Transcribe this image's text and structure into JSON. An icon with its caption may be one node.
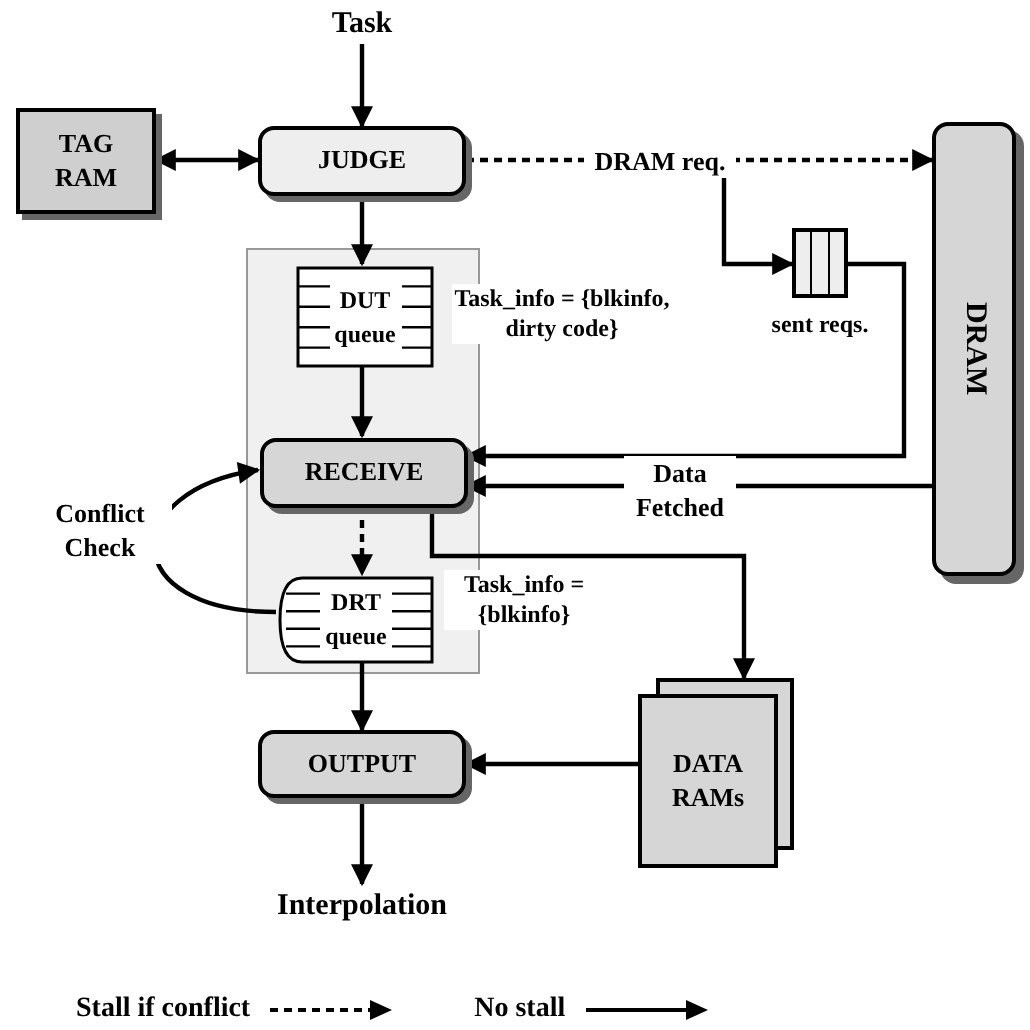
{
  "diagram": {
    "nodes": [
      {
        "text": [
          "Task"
        ]
      },
      {
        "text": [
          "TAG RAM"
        ]
      },
      {
        "text": [
          "JUDGE"
        ]
      },
      {
        "text": [
          "DRAM"
        ]
      },
      {
        "text": [],
        "shape": "box"
      },
      {
        "text": [
          "DUT queue"
        ],
        "in": 4
      },
      {
        "text": [
          "RECEIVE"
        ],
        "in": 4
      },
      {
        "text": [
          "DRT queue"
        ],
        "in": 4
      },
      {
        "text": [],
        "shape": "box",
        "beside": [
          "sent reqs."
        ]
      },
      {
        "text": [
          "DATA RAMs"
        ]
      },
      {
        "text": [
          "OUTPUT"
        ]
      },
      {
        "text": [
          "Interpolation"
        ]
      }
    ],
    "edges": [
      {
        "from": 0,
        "to": 2,
        "arrow": "to"
      },
      {
        "from": 1,
        "to": 2,
        "arrow": "both"
      },
      {
        "from": 2,
        "to": 3,
        "arrow": "to",
        "style": "dashed",
        "label": "DRAM req."
      },
      {
        "from": 2,
        "to": 5,
        "arrow": "to"
      },
      {
        "from": 5,
        "to": 6,
        "arrow": "to"
      },
      {
        "from": null,
        "to": 8,
        "arrow": "to"
      },
      {
        "from": 8,
        "to": 6,
        "arrow": "to"
      },
      {
        "from": 3,
        "to": 6,
        "arrow": "to",
        "label": "Data Fetched"
      },
      {
        "from": 6,
        "to": 7,
        "arrow": "to",
        "style": "dashed"
      },
      {
        "from": 7,
        "to": 6,
        "arrow": "to",
        "label": "Conflict Check"
      },
      {
        "from": 6,
        "to": 9,
        "arrow": "to"
      },
      {
        "from": 7,
        "to": 10,
        "arrow": "to"
      },
      {
        "from": 9,
        "to": 10,
        "arrow": "to"
      },
      {
        "from": 10,
        "to": 11,
        "arrow": "to"
      }
    ],
    "labels": [
      "Task_info = {blkinfo, dirty code}",
      "Task_info = {blkinfo}"
    ],
    "legend": [
      {
        "text": "Stall if conflict"
      },
      {
        "text": "No stall"
      }
    ]
  }
}
